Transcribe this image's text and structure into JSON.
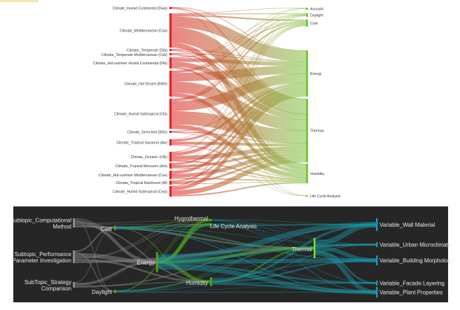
{
  "chart_data": [
    {
      "type": "sankey",
      "title": "",
      "sources": [
        "Climate_Humid Continental (Dwa)",
        "Climate_Mediterranean (Csa)",
        "Climate_Temperate (Dfa)",
        "Climate_Temperate Mediterranean (Csb)",
        "Climate_Hot-summer Humid Continental (Dfa)",
        "Climate_Hot Desert (BWh)",
        "Climate_Humid Subtropical (Cfa)",
        "Climate_Semi Arid (BSh)",
        "Climate_Tropical Savanna (Aw)",
        "Climate_Oceanic (Cfb)",
        "Climate_Tropical Monsoon (Am)",
        "Climate_Hot-summer Mediterranean (Csa)",
        "Climate_Tropical Rainforest (Af)",
        "Climate_Humid Subtropical (Cwa)"
      ],
      "targets": [
        "Acoustic",
        "Daylight",
        "Cost",
        "Energy",
        "Thermal",
        "Humidity",
        "Life Cycle Analysis"
      ],
      "colors": {
        "source": "#e02020",
        "target": "#7cc440"
      }
    },
    {
      "type": "sankey",
      "title": "",
      "sources": [
        "Subtopic_Computational Method",
        "Subtopic_Performance Parameter Investigation",
        "SubTopic_Strategy Comparison"
      ],
      "middle": [
        "Cost",
        "Daylight",
        "Energy",
        "Hygrothermal",
        "Life Cycle Analysis",
        "Humidity",
        "Thermal"
      ],
      "targets": [
        "Variable_Wall Material",
        "Variable_Urban Microclimate",
        "Variable_Building Morphology",
        "Variable_Facade Layering",
        "Variable_Plant Properties"
      ],
      "colors": {
        "background": "#262626",
        "source": "#888888",
        "middle": "#4fa81a",
        "target": "#1a9aa8"
      }
    }
  ]
}
